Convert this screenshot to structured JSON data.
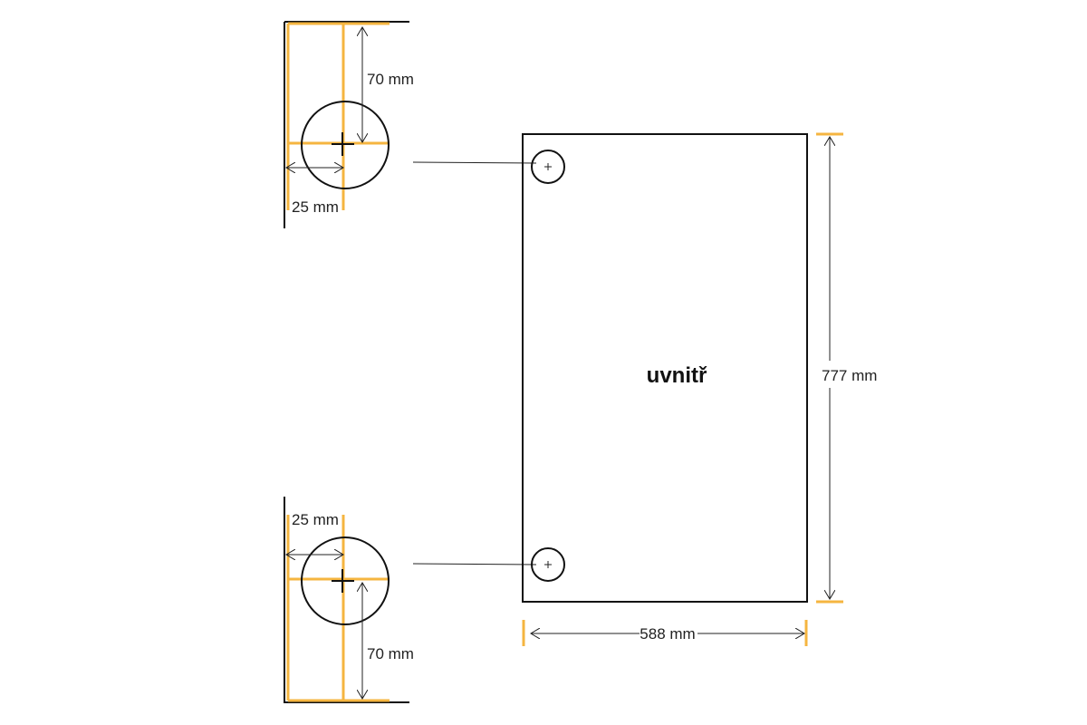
{
  "panel": {
    "label": "uvnitř",
    "width_label": "588 mm",
    "height_label": "777 mm"
  },
  "detail_top": {
    "vertical_offset_label": "70 mm",
    "horizontal_offset_label": "25 mm"
  },
  "detail_bottom": {
    "vertical_offset_label": "70 mm",
    "horizontal_offset_label": "25 mm"
  },
  "colors": {
    "accent": "#f5b540",
    "line": "#111111"
  }
}
